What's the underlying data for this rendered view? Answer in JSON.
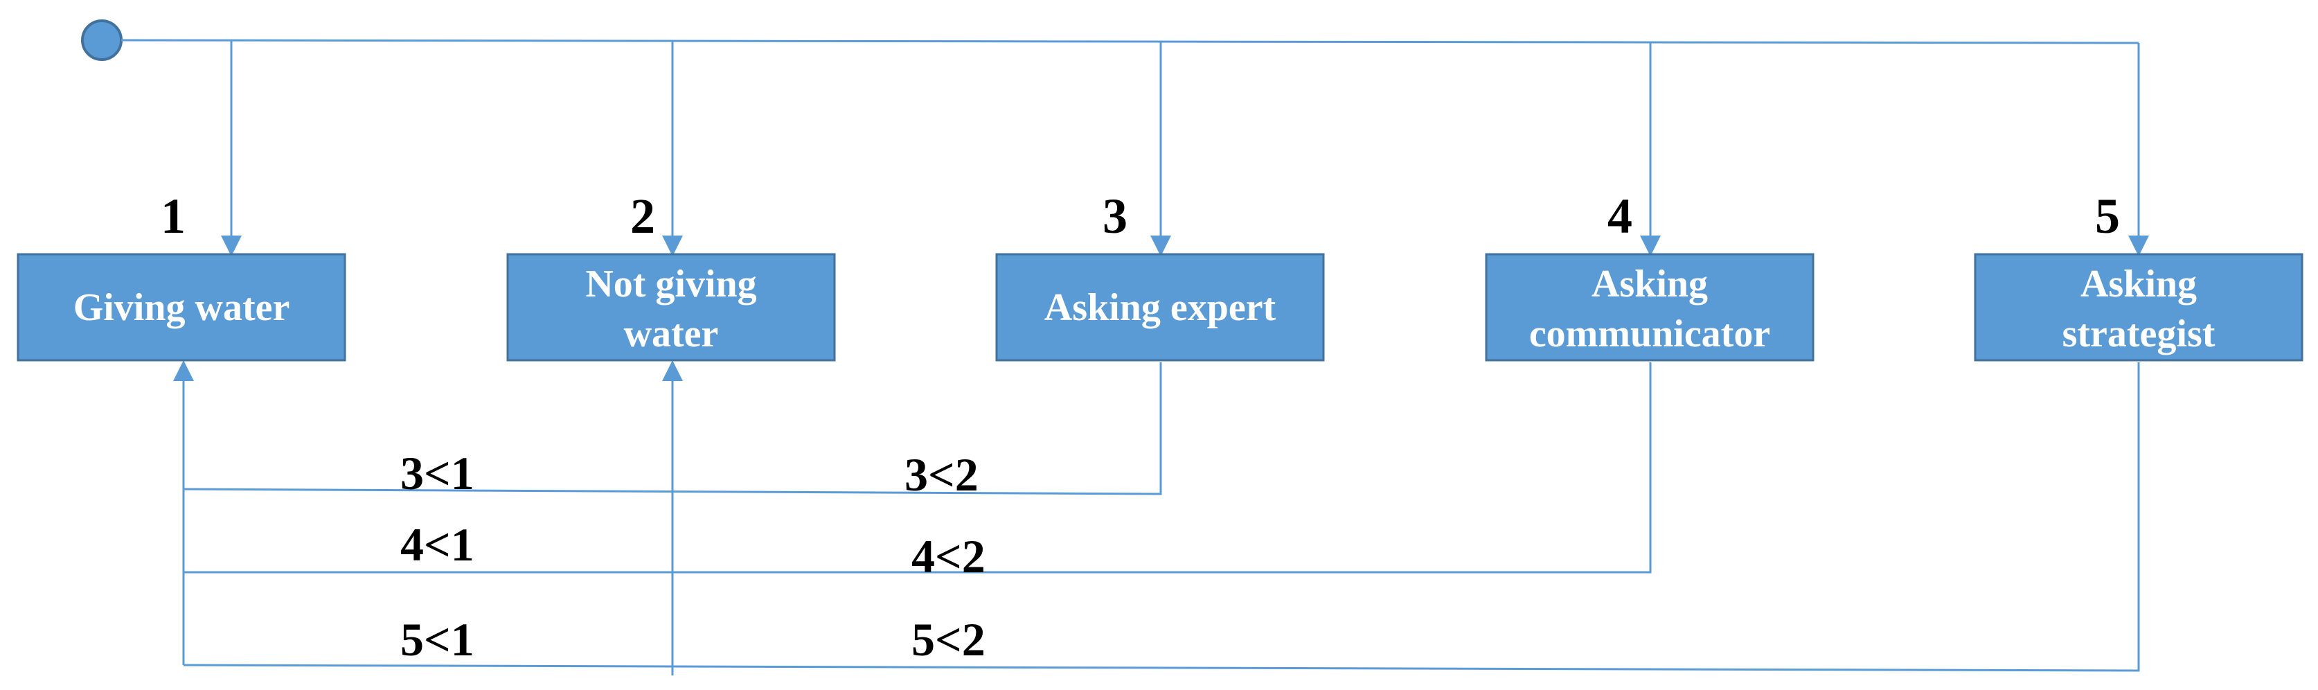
{
  "diagram": {
    "start_node": "initial-state",
    "nodes": [
      {
        "id": "1",
        "number": "1",
        "label_lines": [
          "Giving water"
        ]
      },
      {
        "id": "2",
        "number": "2",
        "label_lines": [
          "Not giving",
          "water"
        ]
      },
      {
        "id": "3",
        "number": "3",
        "label_lines": [
          "Asking expert"
        ]
      },
      {
        "id": "4",
        "number": "4",
        "label_lines": [
          "Asking",
          "communicator"
        ]
      },
      {
        "id": "5",
        "number": "5",
        "label_lines": [
          "Asking",
          "strategist"
        ]
      }
    ],
    "conditions": [
      {
        "from": "3",
        "to": "1",
        "label": "3<1"
      },
      {
        "from": "3",
        "to": "2",
        "label": "3<2"
      },
      {
        "from": "4",
        "to": "1",
        "label": "4<1"
      },
      {
        "from": "4",
        "to": "2",
        "label": "4<2"
      },
      {
        "from": "5",
        "to": "1",
        "label": "5<1"
      },
      {
        "from": "5",
        "to": "2",
        "label": "5<2"
      }
    ],
    "colors": {
      "box_fill": "#5b9bd5",
      "box_border": "#41719c",
      "line": "#5b9bd5",
      "start_fill": "#5b9bd5",
      "box_text": "#ffffff",
      "label_text": "#000000"
    }
  }
}
